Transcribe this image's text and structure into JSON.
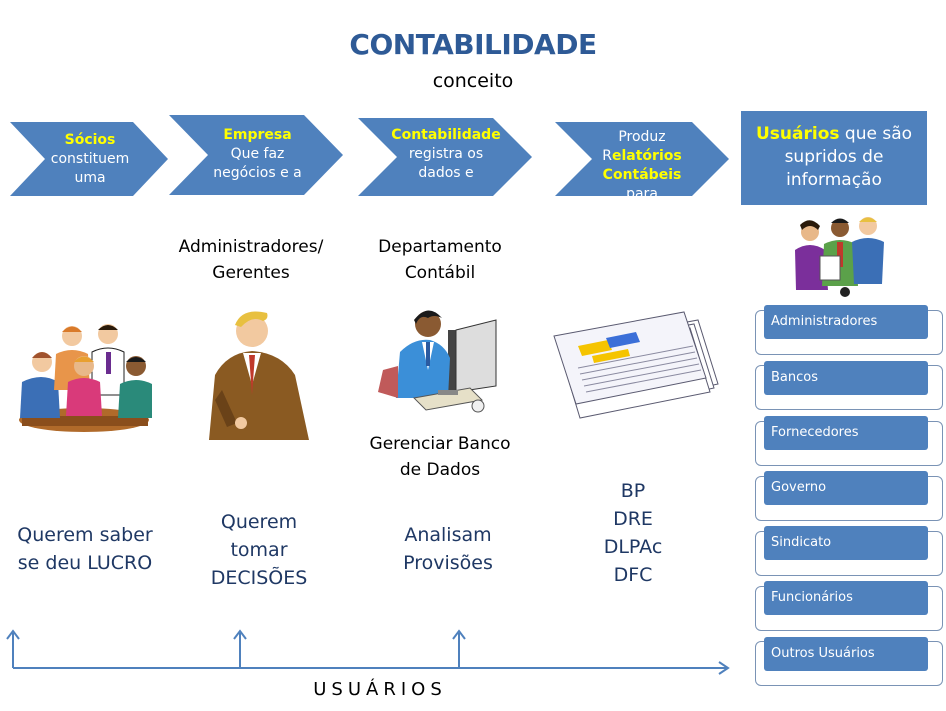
{
  "title": "CONTABILIDADE",
  "subtitle": "conceito",
  "chevrons": [
    {
      "l1_hl": "Sócios",
      "l2": "constituem",
      "l3": "uma"
    },
    {
      "l1_hl": "Empresa",
      "l2": "Que faz",
      "l3": "negócios e a"
    },
    {
      "l1_hl": "Contabilidade",
      "l2": "registra os",
      "l3": "dados e"
    },
    {
      "l1": "Produz",
      "l2_pre": "R",
      "l2_hl": "elatórios",
      "l3_hl": "Contábeis",
      "l3_post": " para"
    }
  ],
  "users_box": {
    "hl": "Usuários",
    "l1_rest": " que são",
    "l2": "supridos de",
    "l3": "informação"
  },
  "labels": {
    "admin_l1": "Administradores/",
    "admin_l2": "Gerentes",
    "dept_l1": "Departamento",
    "dept_l2": "Contábil",
    "gerenciar_l1": "Gerenciar Banco",
    "gerenciar_l2": "de Dados"
  },
  "bottom": {
    "lucro_l1": "Querem saber",
    "lucro_l2": "se deu LUCRO",
    "decisoes_l1": "Querem",
    "decisoes_l2": "tomar",
    "decisoes_l3": "DECISÕES",
    "provisoes_l1": "Analisam",
    "provisoes_l2": "Provisões",
    "reports": [
      "BP",
      "DRE",
      "DLPAc",
      "DFC"
    ]
  },
  "user_list": [
    "Administradores",
    "Bancos",
    "Fornecedores",
    "Governo",
    "Sindicato",
    "Funcionários",
    "Outros Usuários"
  ],
  "footer": "USUÁRIOS",
  "colors": {
    "title": "#2e5a96",
    "box": "#4f81bd",
    "highlight": "#ffff00",
    "bottom_text": "#1f3864",
    "arrow": "#4f81bd"
  },
  "icons": [
    "meeting-clipart-icon",
    "businessman-clipart-icon",
    "accountant-clipart-icon",
    "reports-stack-icon",
    "business-team-clipart-icon"
  ]
}
